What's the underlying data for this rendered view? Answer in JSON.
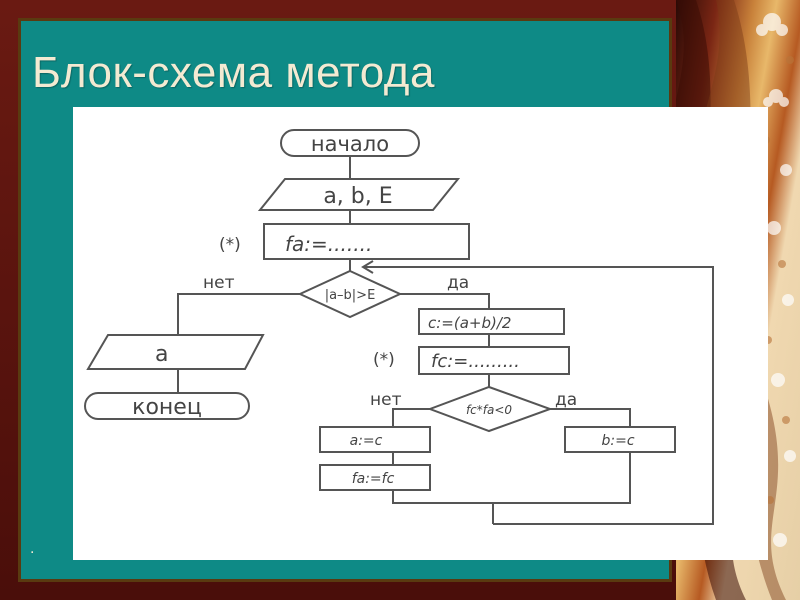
{
  "slide": {
    "title": "Блок-схема метода",
    "footer_mark": "."
  },
  "colors": {
    "panel": "#0e8a86",
    "title_text": "#f3ead2",
    "diagram_bg": "#ffffff",
    "diagram_line": "#555555"
  },
  "icons": {
    "side_decoration": "ornamental-fabric-pattern"
  },
  "flowchart": {
    "start": "начало",
    "input": "a, b, E",
    "init_label": "(*)",
    "init_fa": "fa:=.......",
    "loop_condition": "|a–b|>E",
    "loop_no": "нет",
    "loop_yes": "да",
    "midpoint": "c:=(a+b)/2",
    "eval_label": "(*)",
    "eval_fc": "fc:=.........",
    "sign_condition": "fc*fa<0",
    "sign_no": "нет",
    "sign_yes": "да",
    "assign_a": "a:=c",
    "assign_fa": "fa:=fc",
    "assign_b": "b:=c",
    "output": "a",
    "end": "конец"
  }
}
